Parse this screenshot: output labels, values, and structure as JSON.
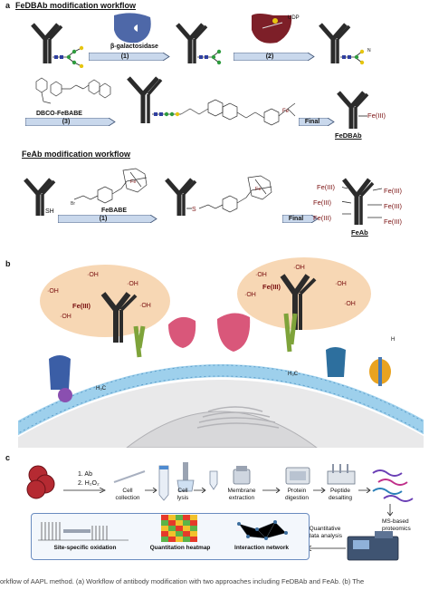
{
  "panel_a": {
    "label": "a",
    "fedbab_title": "FeDBAb modification workflow",
    "enzyme_label": "β-galactosidase",
    "step1": "(1)",
    "udp_label": "UDP",
    "step2": "(2)",
    "dbco_label": "DBCO-FeBABE",
    "step3": "(3)",
    "final_label": "Final",
    "fedbab_name": "FeDBAb",
    "fe_label": "Fe(III)",
    "n_label": "N",
    "feab_title": "FeAb modification workflow",
    "sh_label": "SH",
    "febabe_label": "FeBABE",
    "feab_step1": "(1)",
    "s_label": "S",
    "br_label": "Br",
    "feab_final": "Final",
    "feab_name": "FeAb"
  },
  "panel_b": {
    "label": "b",
    "oh_label": "·OH",
    "fe_label": "Fe(III)",
    "h3c_label": "H₃C",
    "h_label": "H"
  },
  "panel_c": {
    "label": "c",
    "ab_step": "1. Ab",
    "h2o2_step": "2. H₂O₂",
    "cell_collection": "Cell collection",
    "cell_lysis": "Cell lysis",
    "membrane_extraction": "Membrane extraction",
    "protein_digestion": "Protein digestion",
    "peptide_desalting": "Peptide desalting",
    "ms_proteomics": "MS-based proteomics",
    "quant_analysis": "Quantitative data analysis",
    "site_ox": "Site-specific oxidation",
    "heatmap": "Quantitation heatmap",
    "network": "Interaction network"
  },
  "caption": "orkflow of AAPL method. (a) Workflow of antibody modification with two approaches including FeDBAb and FeAb. (b) The",
  "colors": {
    "antibody": "#2b2b2b",
    "fe": "#7a1010",
    "arrow": "#c9d8ec",
    "arrow_edge": "#3a4f72",
    "halo": "#f7d7b4",
    "membrane": "#9ed0ec",
    "cytoplasm": "#e9e9ea",
    "enzyme": "#4e68a8",
    "udp_pocket": "#7d1f28"
  }
}
